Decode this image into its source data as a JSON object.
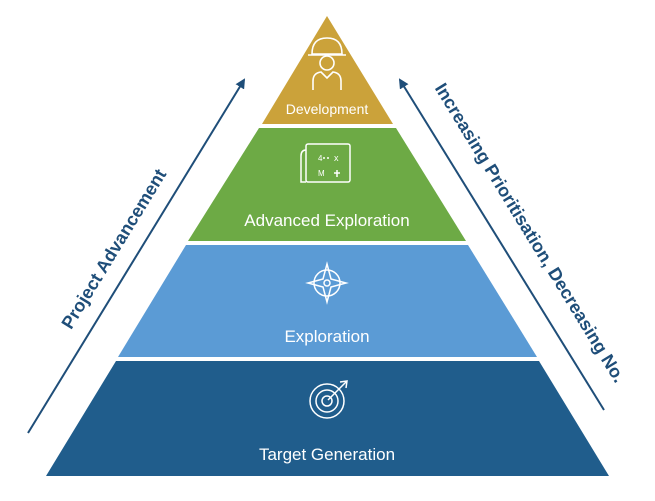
{
  "pyramid": {
    "tiers": [
      {
        "label": "Development",
        "icon": "worker-icon",
        "color": "#CBA23A"
      },
      {
        "label": "Advanced Exploration",
        "icon": "map-plan-icon",
        "color": "#6DAA45"
      },
      {
        "label": "Exploration",
        "icon": "compass-icon",
        "color": "#5B9BD5"
      },
      {
        "label": "Target Generation",
        "icon": "target-icon",
        "color": "#205D8C"
      }
    ]
  },
  "arrows": {
    "left_label": "Project Advancement",
    "right_label": "Increasing Prioritisation, Decreasing No.",
    "color": "#1F4E79"
  }
}
